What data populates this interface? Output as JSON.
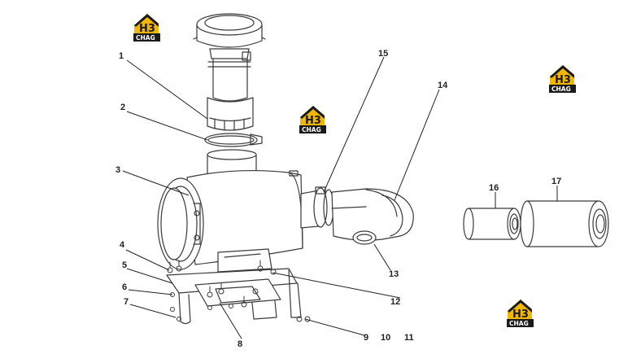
{
  "logo": {
    "mark": "H3",
    "text": "CHAG",
    "yellow": "#f2b705",
    "dark": "#1a1a1a"
  },
  "labels": [
    "1",
    "2",
    "3",
    "4",
    "5",
    "6",
    "7",
    "8",
    "9",
    "10",
    "11",
    "12",
    "13",
    "14",
    "15",
    "16",
    "17"
  ],
  "colors": {
    "line": "#222222",
    "stroke": "#3a3a3a"
  }
}
